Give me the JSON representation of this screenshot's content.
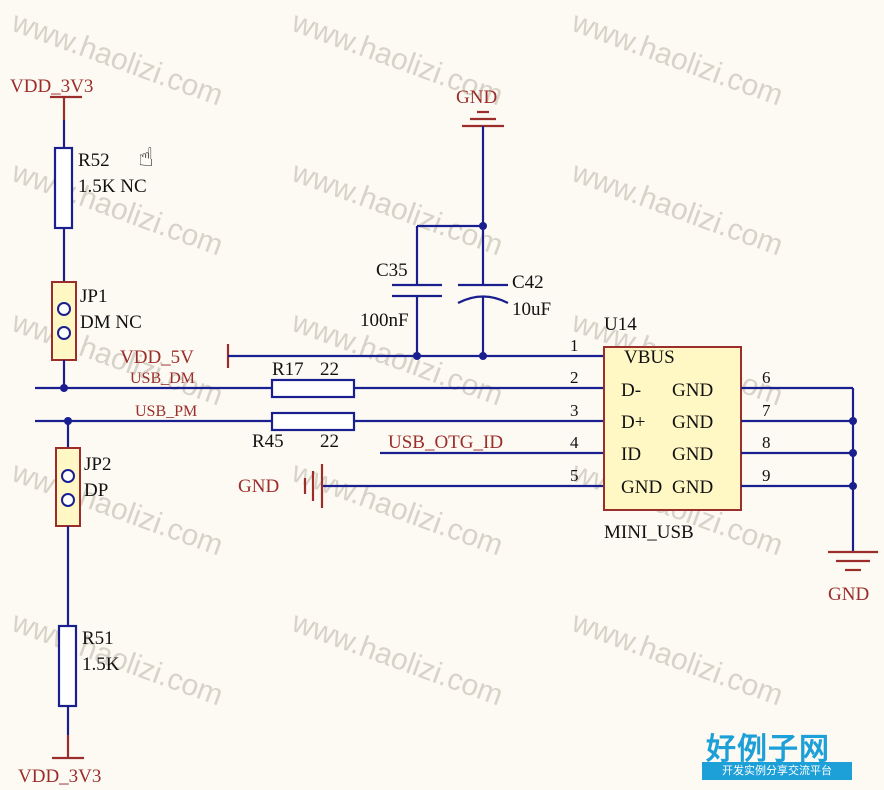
{
  "watermark": "www.haolizi.com",
  "logo": {
    "main": "好例子网",
    "sub": "开发实例分享交流平台"
  },
  "power": {
    "vdd_top": "VDD_3V3",
    "vdd_bottom": "VDD_3V3",
    "vdd_5v": "VDD_5V",
    "gnd_top": "GND",
    "gnd_left": "GND",
    "gnd_right": "GND"
  },
  "resistors": {
    "r52": {
      "ref": "R52",
      "value": "1.5K NC"
    },
    "r51": {
      "ref": "R51",
      "value": "1.5K"
    },
    "r17": {
      "ref": "R17",
      "value": "22"
    },
    "r45": {
      "ref": "R45",
      "value": "22"
    }
  },
  "jumpers": {
    "jp1": {
      "ref": "JP1",
      "value": "DM NC"
    },
    "jp2": {
      "ref": "JP2",
      "value": "DP"
    }
  },
  "capacitors": {
    "c35": {
      "ref": "C35",
      "value": "100nF"
    },
    "c42": {
      "ref": "C42",
      "value": "10uF"
    }
  },
  "nets": {
    "usb_dm": "USB_DM",
    "usb_pm": "USB_PM",
    "usb_otg_id": "USB_OTG_ID"
  },
  "connector": {
    "ref": "U14",
    "name": "MINI_USB",
    "left_pins": [
      {
        "num": "1",
        "label": "VBUS"
      },
      {
        "num": "2",
        "label": "D-"
      },
      {
        "num": "3",
        "label": "D+"
      },
      {
        "num": "4",
        "label": "ID"
      },
      {
        "num": "5",
        "label": "GND"
      }
    ],
    "right_pins": [
      {
        "num": "6",
        "label": "GND"
      },
      {
        "num": "7",
        "label": "GND"
      },
      {
        "num": "8",
        "label": "GND"
      },
      {
        "num": "9",
        "label": "GND"
      }
    ]
  }
}
